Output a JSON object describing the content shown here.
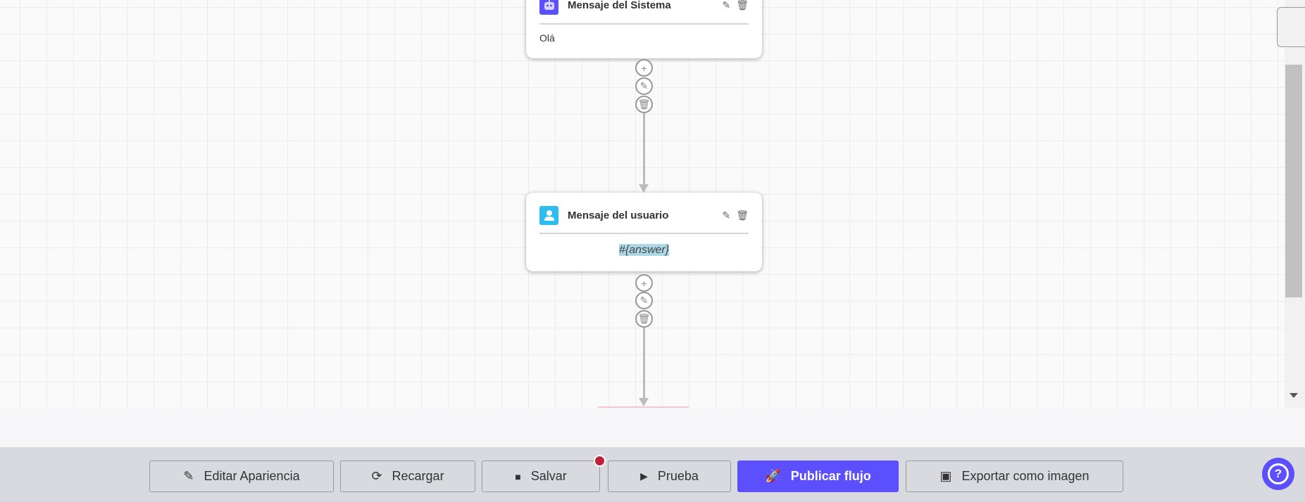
{
  "nodes": [
    {
      "title": "Mensaje del Sistema",
      "content": "Olá",
      "icon": "robot-icon",
      "color": "#5b4ffe"
    },
    {
      "title": "Mensaje del usuario",
      "content": "#{answer}",
      "icon": "user-icon",
      "color": "#2dbdee"
    }
  ],
  "toolbar": {
    "edit": "Editar Apariencia",
    "reload": "Recargar",
    "save": "Salvar",
    "test": "Prueba",
    "publish": "Publicar flujo",
    "export": "Exportar como imagen"
  },
  "colors": {
    "accent": "#5b4ffe",
    "unsaved_dot": "#c0223b",
    "highlight": "#add8e6"
  }
}
